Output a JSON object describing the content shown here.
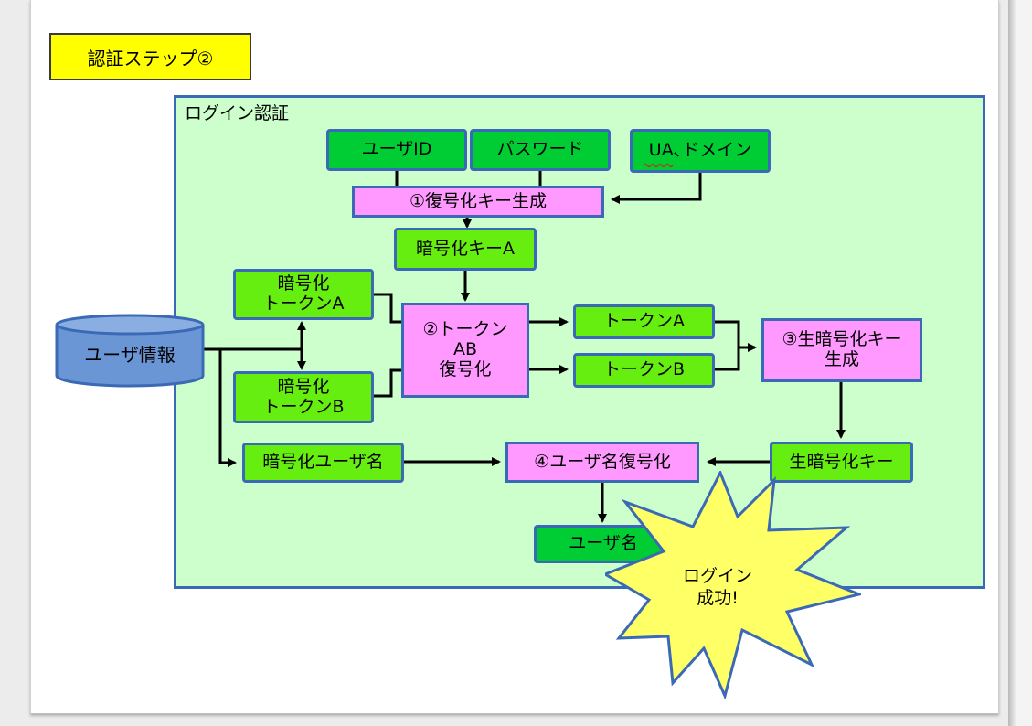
{
  "title_badge": "認証ステップ②",
  "region_label": "ログイン認証",
  "nodes": {
    "user_id": "ユーザID",
    "password": "パスワード",
    "ua_domain": "UA､ドメイン",
    "step1": "①復号化キー生成",
    "enc_key_a": "暗号化キーA",
    "enc_token_a": "暗号化\nトークンA",
    "enc_token_b": "暗号化\nトークンB",
    "user_info_db": "ユーザ情報",
    "step2": "②トークン\nAB\n復号化",
    "token_a": "トークンA",
    "token_b": "トークンB",
    "step3": "③生暗号化キー\n生成",
    "enc_username": "暗号化ユーザ名",
    "step4": "④ユーザ名復号化",
    "raw_enc_key": "生暗号化キー",
    "username": "ユーザ名"
  },
  "burst_text": "ログイン\n成功!",
  "colors": {
    "input_box": "#00cc33",
    "data_box": "#66ee11",
    "process_box": "#ff99ff",
    "region_fill": "#ccffcc",
    "border": "#3a6ab5",
    "title_badge": "#ffff00",
    "burst": "#ffff66",
    "database": "#6b96d6"
  }
}
